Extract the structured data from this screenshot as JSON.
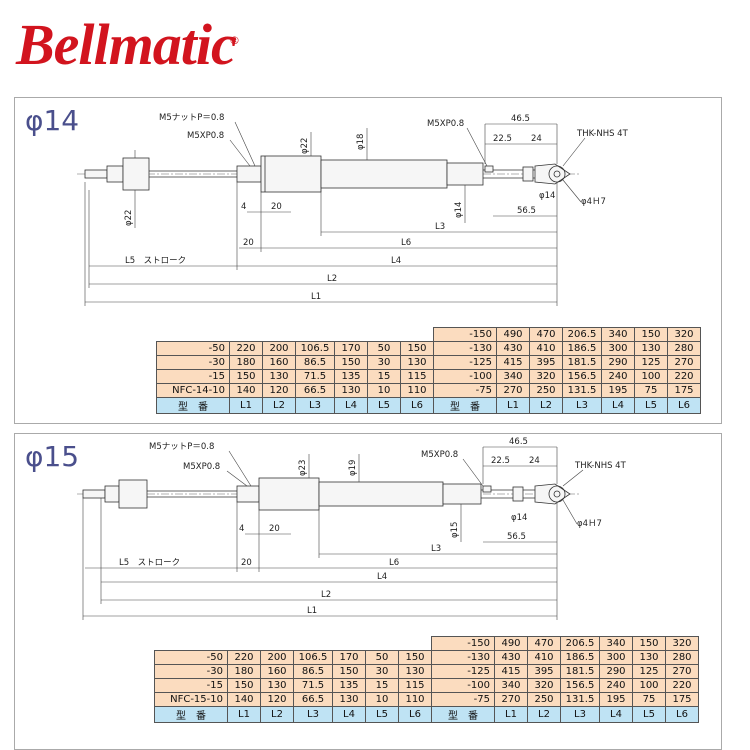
{
  "brand": {
    "name": "Bellmatic",
    "registered_mark": "®"
  },
  "colors": {
    "brand_red": "#d2141e",
    "title_blue": "#4a4f8c",
    "cell_orange": "#fbdcbf",
    "header_blue": "#bfe3f4"
  },
  "panels": [
    {
      "title": "φ14",
      "drawing": {
        "nut_label": "M5ナットP＝0.8",
        "thread_left": "M5XP0.8",
        "thread_right": "M5XP0.8",
        "dia_rod_left": "φ22",
        "dia_body": "φ22",
        "dia_cylinder": "φ18",
        "dia_rod": "φ14",
        "dia_end": "φ14",
        "pin_hole": "φ4Ｈ7",
        "joint": "THK-NHS 4T",
        "dim_46_5": "46.5",
        "dim_22_5": "22.5",
        "dim_24": "24",
        "dim_4": "4",
        "dim_20a": "20",
        "dim_20b": "20",
        "dim_56_5": "56.5",
        "l3": "L3",
        "l6": "L6",
        "l5": "L5　ストローク",
        "l4": "L4",
        "l2": "L2",
        "l1": "L1"
      },
      "table": {
        "right_top": [
          "-150",
          "490",
          "470",
          "206.5",
          "340",
          "150",
          "320"
        ],
        "left_rows": [
          [
            "-50",
            "220",
            "200",
            "106.5",
            "170",
            "50",
            "150"
          ],
          [
            "-30",
            "180",
            "160",
            "86.5",
            "150",
            "30",
            "130"
          ],
          [
            "-15",
            "150",
            "130",
            "71.5",
            "135",
            "15",
            "115"
          ],
          [
            "NFC-14-10",
            "140",
            "120",
            "66.5",
            "130",
            "10",
            "110"
          ]
        ],
        "right_rows": [
          [
            "-130",
            "430",
            "410",
            "186.5",
            "300",
            "130",
            "280"
          ],
          [
            "-125",
            "415",
            "395",
            "181.5",
            "290",
            "125",
            "270"
          ],
          [
            "-100",
            "340",
            "320",
            "156.5",
            "240",
            "100",
            "220"
          ],
          [
            "-75",
            "270",
            "250",
            "131.5",
            "195",
            "75",
            "175"
          ]
        ],
        "headers": [
          "型　番",
          "L1",
          "L2",
          "L3",
          "L4",
          "L5",
          "L6"
        ]
      }
    },
    {
      "title": "φ15",
      "drawing": {
        "nut_label": "M5ナットP＝0.8",
        "thread_left": "M5XP0.8",
        "thread_right": "M5XP0.8",
        "dia_body": "φ23",
        "dia_cylinder": "φ19",
        "dia_rod": "φ15",
        "dia_end": "φ14",
        "pin_hole": "φ4Ｈ7",
        "joint": "THK-NHS 4T",
        "dim_46_5": "46.5",
        "dim_22_5": "22.5",
        "dim_24": "24",
        "dim_4": "4",
        "dim_20a": "20",
        "dim_20b": "20",
        "dim_56_5": "56.5",
        "l3": "L3",
        "l6": "L6",
        "l5": "L5　ストローク",
        "l4": "L4",
        "l2": "L2",
        "l1": "L1"
      },
      "table": {
        "right_top": [
          "-150",
          "490",
          "470",
          "206.5",
          "340",
          "150",
          "320"
        ],
        "left_rows": [
          [
            "-50",
            "220",
            "200",
            "106.5",
            "170",
            "50",
            "150"
          ],
          [
            "-30",
            "180",
            "160",
            "86.5",
            "150",
            "30",
            "130"
          ],
          [
            "-15",
            "150",
            "130",
            "71.5",
            "135",
            "15",
            "115"
          ],
          [
            "NFC-15-10",
            "140",
            "120",
            "66.5",
            "130",
            "10",
            "110"
          ]
        ],
        "right_rows": [
          [
            "-130",
            "430",
            "410",
            "186.5",
            "300",
            "130",
            "280"
          ],
          [
            "-125",
            "415",
            "395",
            "181.5",
            "290",
            "125",
            "270"
          ],
          [
            "-100",
            "340",
            "320",
            "156.5",
            "240",
            "100",
            "220"
          ],
          [
            "-75",
            "270",
            "250",
            "131.5",
            "195",
            "75",
            "175"
          ]
        ],
        "headers": [
          "型　番",
          "L1",
          "L2",
          "L3",
          "L4",
          "L5",
          "L6"
        ]
      }
    }
  ]
}
